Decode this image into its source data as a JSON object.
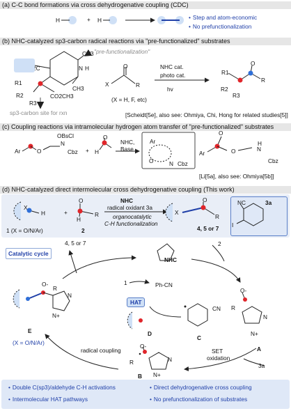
{
  "section_a": {
    "title": "(a) C-C bond formations via cross dehydrogenative coupling (CDC)",
    "h1": "H",
    "plus": "+",
    "h2": "H",
    "points": [
      "Step and atom-economic",
      "No prefunctionalization"
    ]
  },
  "section_b": {
    "title": "(b) NHC-catalyzed sp3-carbon radical reactions via \"pre-functionalized\" substrates",
    "prefunc_label": "\"pre-functionalization\"",
    "sp3_note": "sp3-carbon site for rxn",
    "hantzsch": {
      "co2ch3_top": "H3CO2C",
      "ch3_top": "CH3",
      "nh": "N",
      "h": "H",
      "r1": "R1",
      "r2": "R2",
      "r3": "R3",
      "co2ch3_bot": "CO2CH3",
      "ch3_bot": "CH3"
    },
    "aldehyde": {
      "x": "X",
      "r": "R",
      "o": "O",
      "scope": "(X = H, F, etc)"
    },
    "conditions": [
      "NHC cat.",
      "photo cat.",
      "hv"
    ],
    "product": {
      "r1": "R1",
      "r2": "R2",
      "r3": "R3",
      "r": "R",
      "o": "O"
    },
    "reference": "[Scheidt[5e], also see: Ohmiya, Chi, Hong for related studies[5]]"
  },
  "section_c": {
    "title": "(c) Coupling reactions via intramolecular hydrogen atom transfer of \"pre-functionalized\" substrates",
    "substrate": {
      "ar": "Ar",
      "o": "O",
      "obs": "OBsCl",
      "n": "N",
      "cbz": "Cbz"
    },
    "plus": "+",
    "aldehyde": {
      "h": "H",
      "o": "O"
    },
    "conditions": [
      "NHC,",
      "Base"
    ],
    "ts": {
      "ar": "Ar",
      "n": "N",
      "cbz": "Cbz",
      "o": "O"
    },
    "product": {
      "ar": "Ar",
      "o": "O",
      "h": "H",
      "n": "N",
      "cbz": "Cbz"
    },
    "reference": "[Li[5a], also see: Ohmiya[5b]]"
  },
  "section_d": {
    "title": "(d) NHC-catalyzed direct intermolecular cross dehydrogenative coupling (This work)",
    "substrate": {
      "x": "X",
      "h": "H",
      "label": "1 (X = O/N/Ar)"
    },
    "plus": "+",
    "aldehyde": {
      "h": "H",
      "o": "O",
      "r": "R",
      "label": "2"
    },
    "conditions": {
      "cat": "NHC",
      "oxidant": "radical oxidant 3a",
      "line1": "organocatalytic",
      "line2": "C-H functionalization"
    },
    "product": {
      "x": "X",
      "r": "R",
      "o": "O",
      "label": "4, 5 or 7"
    },
    "oxidant": {
      "label": "3a",
      "nc": "NC",
      "i": "I"
    }
  },
  "cycle": {
    "title": "Catalytic cycle",
    "product_out": "4, 5 or 7",
    "nhc": "NHC",
    "input2": "2",
    "input1": "1",
    "phcn": "Ph-CN",
    "hat": "HAT",
    "A": "A",
    "B": "B",
    "C": "C",
    "D": "D",
    "E": "E",
    "e_scope": "(X = O/N/Ar)",
    "set": [
      "SET",
      "oxidation"
    ],
    "input3a": "3a",
    "radical_coupling": "radical coupling",
    "labels": {
      "o_minus": "O-",
      "r": "R",
      "n": "N",
      "nplus": "N+",
      "x": "X",
      "cn": "CN"
    }
  },
  "summary": {
    "left": [
      "Double C(sp3)/aldehyde C-H activations",
      "Intermolecular HAT pathways"
    ],
    "right": [
      "Direct dehydrogenative cross coupling",
      "No prefunctionalization of substrates"
    ]
  },
  "colors": {
    "header_bar": "#e6e6e6",
    "panel_blue": "#dfe8f7",
    "accent_blue": "#1f3fa8",
    "radical_red": "#e0262b",
    "bubble_blue": "#cfe0f6",
    "grey": "#8a8a8a"
  }
}
